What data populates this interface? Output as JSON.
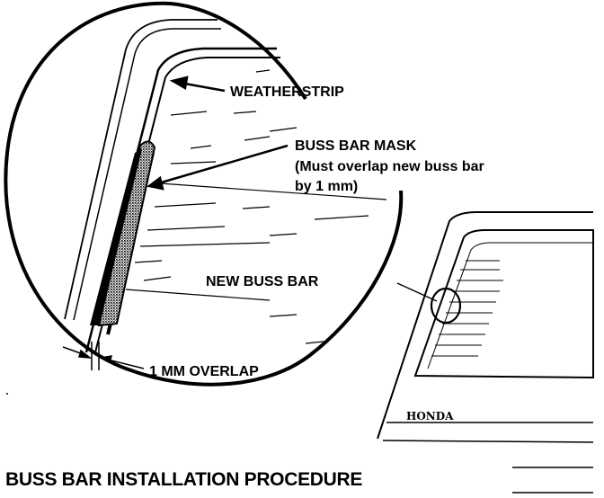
{
  "labels": {
    "weatherstrip": "WEATHERSTRIP",
    "mask_title": "BUSS BAR MASK",
    "mask_note_line1": "(Must overlap new buss bar",
    "mask_note_line2": "by 1 mm)",
    "new_buss_bar": "NEW BUSS BAR",
    "overlap": "1 MM OVERLAP"
  },
  "car_brand": "HONDA",
  "caption": "BUSS BAR INSTALLATION PROCEDURE",
  "colors": {
    "ink": "#000000",
    "paper": "#ffffff",
    "mask_fill": "#8c8c8c"
  }
}
